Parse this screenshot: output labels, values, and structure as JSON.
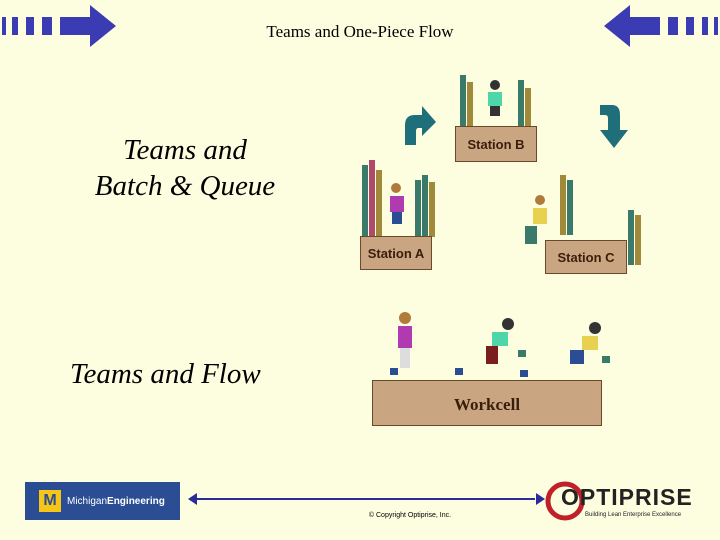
{
  "slide": {
    "title": "Teams and One-Piece Flow",
    "heading_batch_line1": "Teams and",
    "heading_batch_line2": "Batch & Queue",
    "heading_flow": "Teams and Flow"
  },
  "stations": {
    "a": "Station A",
    "b": "Station B",
    "c": "Station C",
    "workcell": "Workcell"
  },
  "footer": {
    "copyright": "© Copyright Optiprise, Inc.",
    "michigan_logo_text_1": "Michigan",
    "michigan_logo_text_2": "Engineering",
    "optiprise_logo_text": "OPTIPRISE",
    "optiprise_tagline": "Building Lean Enterprise Excellence"
  },
  "colors": {
    "background": "#fdfde0",
    "nav_blue": "#3b3bb3",
    "station_tan": "#c9a582",
    "arrow_teal": "#1f6f7a"
  },
  "icons": [
    "back-arrow-icon",
    "forward-arrow-icon",
    "flow-arrow-icon",
    "worker-icon",
    "parts-stack-icon"
  ]
}
